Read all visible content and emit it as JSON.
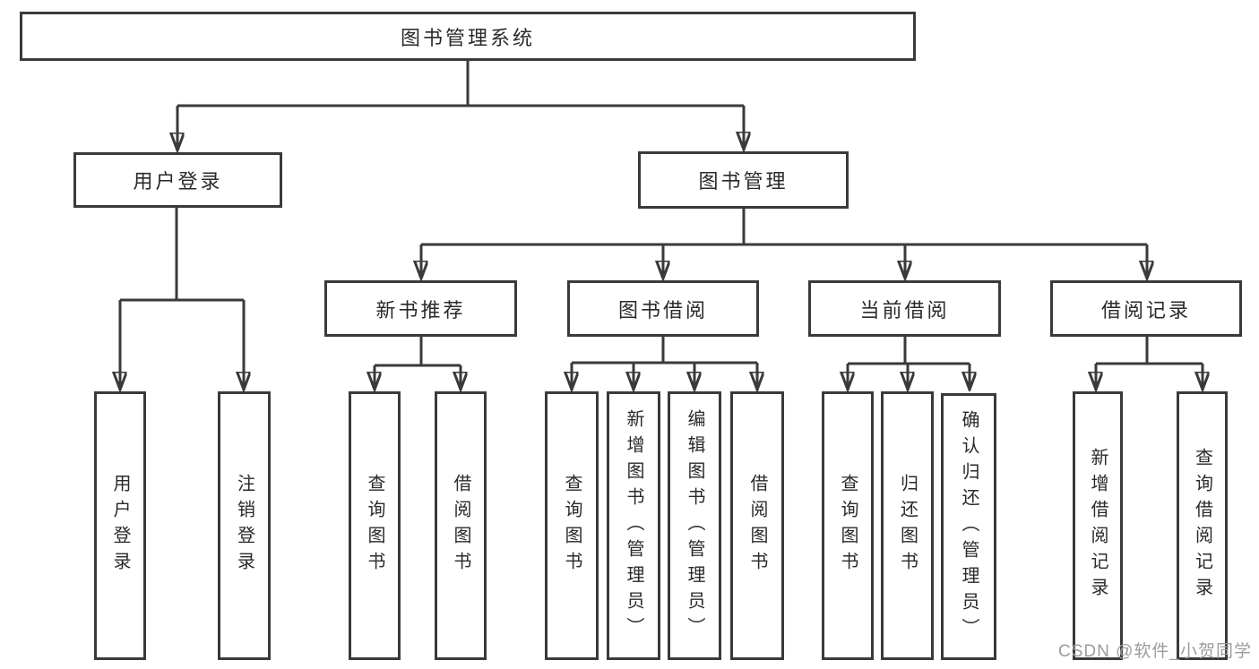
{
  "diagram": {
    "root": {
      "label": "图书管理系统"
    },
    "level1": [
      {
        "label": "用户登录"
      },
      {
        "label": "图书管理"
      }
    ],
    "level2": [
      {
        "label": "新书推荐"
      },
      {
        "label": "图书借阅"
      },
      {
        "label": "当前借阅"
      },
      {
        "label": "借阅记录"
      }
    ],
    "leaves": {
      "user_login": [
        "用户登录",
        "注销登录"
      ],
      "new_book": [
        "查询图书",
        "借阅图书"
      ],
      "book_borrow": [
        "查询图书",
        "新增图书（管理员）",
        "编辑图书（管理员）",
        "借阅图书"
      ],
      "current_borrow": [
        "查询图书",
        "归还图书",
        "确认归还（管理员）"
      ],
      "borrow_record": [
        "新增借阅记录",
        "查询借阅记录"
      ]
    }
  },
  "watermark": "CSDN @软件_小贺同学",
  "colors": {
    "line": "#3a3a3a",
    "text": "#2a2a2a",
    "background": "#ffffff",
    "watermark": "#9c9c9c"
  }
}
